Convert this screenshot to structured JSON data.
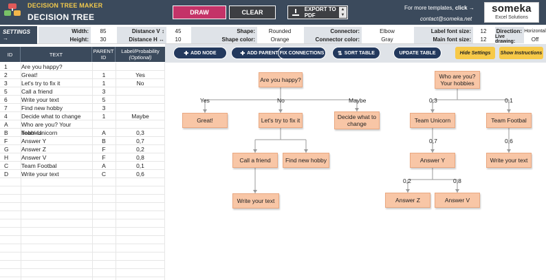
{
  "header": {
    "app_subtitle": "DECISION TREE MAKER",
    "app_title": "DECISION TREE",
    "draw_label": "DRAW",
    "clear_label": "CLEAR",
    "export_label": "EXPORT TO PDF",
    "more_templates": "For more templates,",
    "click_label": "click →",
    "contact": "contact@someka.net",
    "brand": "someka",
    "brand_sub": "Excel Solutions"
  },
  "settings": {
    "label": "SETTINGS →",
    "width_label": "Width:",
    "width_value": "85",
    "height_label": "Height:",
    "height_value": "30",
    "distv_label": "Distance V ↕",
    "distv_value": "45",
    "disth_label": "Distance H ↔",
    "disth_value": "10",
    "shape_label": "Shape:",
    "shape_value": "Rounded",
    "shapecolor_label": "Shape color:",
    "shapecolor_value": "Orange",
    "connector_label": "Connector:",
    "connector_value": "Elbow",
    "connectorcolor_label": "Connector color:",
    "connectorcolor_value": "Gray",
    "labelfont_label": "Label font size:",
    "labelfont_value": "12",
    "mainfont_label": "Main font size:",
    "mainfont_value": "12",
    "direction_label": "Direction:",
    "direction_value": "Horizontal",
    "live_label": "Live drawing:",
    "live_value": "Off"
  },
  "table": {
    "headers": {
      "id": "ID",
      "text": "TEXT",
      "parent": "PARENT ID",
      "label": "Label/Probability",
      "label_sub": "(Optional)"
    },
    "rows": [
      {
        "id": "1",
        "text": "Are you happy?",
        "parent": "",
        "label": ""
      },
      {
        "id": "2",
        "text": "Great!",
        "parent": "1",
        "label": "Yes"
      },
      {
        "id": "3",
        "text": "Let's try to fix it",
        "parent": "1",
        "label": "No"
      },
      {
        "id": "5",
        "text": "Call a friend",
        "parent": "3",
        "label": ""
      },
      {
        "id": "6",
        "text": "Write your text",
        "parent": "5",
        "label": ""
      },
      {
        "id": "7",
        "text": "Find new hobby",
        "parent": "3",
        "label": ""
      },
      {
        "id": "4",
        "text": "Decide what to change",
        "parent": "1",
        "label": "Maybe"
      },
      {
        "id": "A",
        "text": "Who are you? Your hobbies",
        "parent": "",
        "label": ""
      },
      {
        "id": "B",
        "text": "Team Unicorn",
        "parent": "A",
        "label": "0,3"
      },
      {
        "id": "F",
        "text": "Answer Y",
        "parent": "B",
        "label": "0,7"
      },
      {
        "id": "G",
        "text": "Answer Z",
        "parent": "F",
        "label": "0,2"
      },
      {
        "id": "H",
        "text": "Answer V",
        "parent": "F",
        "label": "0,8"
      },
      {
        "id": "C",
        "text": "Team Footbal",
        "parent": "A",
        "label": "0,1"
      },
      {
        "id": "D",
        "text": "Write your text",
        "parent": "C",
        "label": "0,6"
      }
    ]
  },
  "toolbar": {
    "add_node": "ADD NODE",
    "add_parent": "ADD PARENT",
    "fix_connections": "FIX CONNECTIONS",
    "sort_table": "SORT TABLE",
    "update_table": "UPDATE TABLE",
    "hide_settings": "Hide Settings",
    "show_instructions": "Show Instructions"
  },
  "tree": {
    "nodes": {
      "n1": "Are you happy?",
      "n2": "Great!",
      "n3": "Let's try to fix it",
      "n4": "Decide what to change",
      "n5": "Call a friend",
      "n7": "Find new hobby",
      "n6": "Write your text",
      "nA": "Who are you? Your hobbies",
      "nB": "Team Unicorn",
      "nC": "Team Footbal",
      "nF": "Answer Y",
      "nD": "Write your text",
      "nG": "Answer Z",
      "nH": "Answer V"
    },
    "labels": {
      "yes": "Yes",
      "no": "No",
      "maybe": "Maybe",
      "b": "0,3",
      "c": "0,1",
      "f": "0,7",
      "d": "0,6",
      "g": "0,2",
      "h": "0,8"
    }
  },
  "colors": {
    "header_bg": "#3b4a5c",
    "node_fill": "#f8c6a6",
    "connector": "#9a9a9a",
    "draw_button": "#c43368",
    "toolbar_button": "#23395d"
  }
}
